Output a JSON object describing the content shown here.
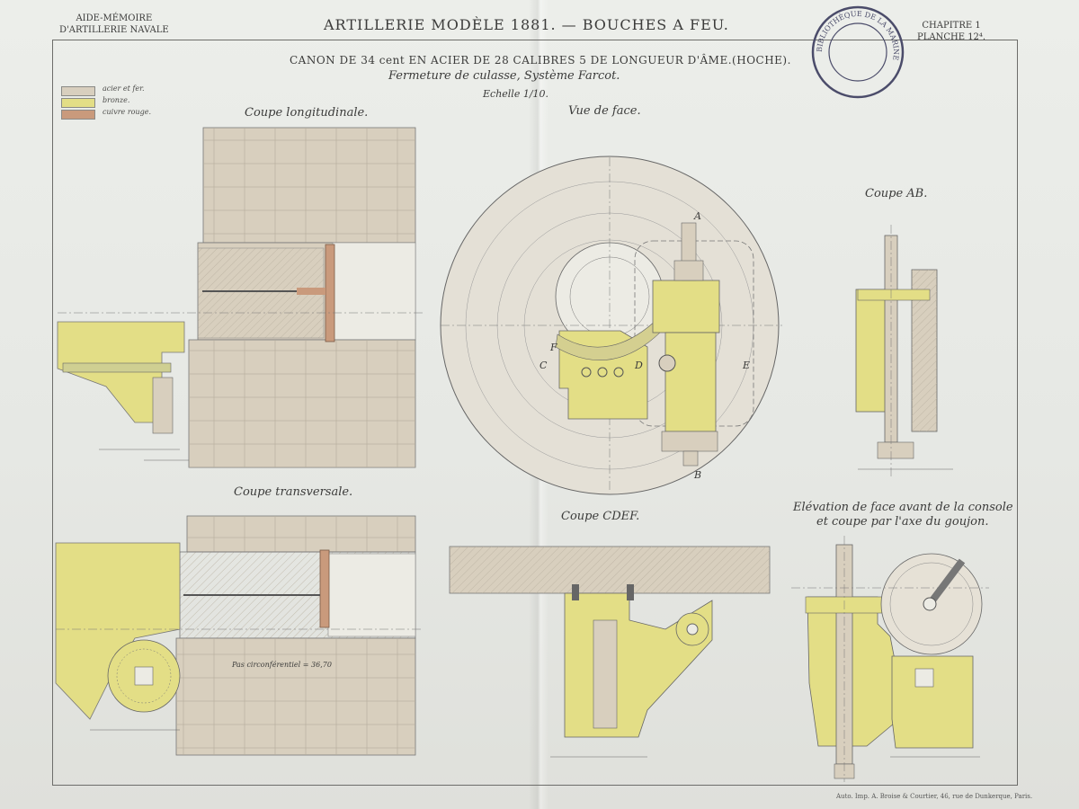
{
  "header": {
    "left_line1": "AIDE-MÉMOIRE",
    "left_line2": "D'ARTILLERIE NAVALE",
    "title": "ARTILLERIE  MODÈLE  1881.  —  BOUCHES  A  FEU.",
    "right_line1": "CHAPITRE 1",
    "right_line2": "PLANCHE 12⁴."
  },
  "drawing_title": "CANON DE 34 cent EN ACIER DE 28 CALIBRES 5 DE LONGUEUR D'ÂME.(HOCHE).",
  "subtitle": "Fermeture de culasse, Système Farcot.",
  "scale_text": "Echelle 1/10.",
  "legend": [
    {
      "label": "acier et fer.",
      "color": "#d8cfbe"
    },
    {
      "label": "bronze.",
      "color": "#e3de86"
    },
    {
      "label": "cuivre rouge.",
      "color": "#c99a7c"
    }
  ],
  "views": {
    "coupe_longitudinale": "Coupe longitudinale.",
    "vue_de_face": "Vue de face.",
    "coupe_ab": "Coupe AB.",
    "coupe_transversale": "Coupe transversale.",
    "coupe_cdef": "Coupe CDEF.",
    "elevation_line1": "Elévation de face avant de la console",
    "elevation_line2": "et coupe par l'axe du goujon."
  },
  "section_letters": [
    "A",
    "B",
    "C",
    "D",
    "E",
    "F"
  ],
  "annotation_pas": "Pas circonférentiel = 36,70",
  "footer": "Auto. Imp. A. Broise & Courtier, 46, rue de Dunkerque, Paris.",
  "stamp_text": "BIBLIOTHÈQUE DE LA MARINE",
  "colors": {
    "steel": "#d8cfbe",
    "bronze": "#e3de86",
    "copper": "#c99a7c",
    "ink": "#3b3b3a",
    "paper": "#e9ebe7"
  },
  "icons": [
    "stamp-icon"
  ]
}
